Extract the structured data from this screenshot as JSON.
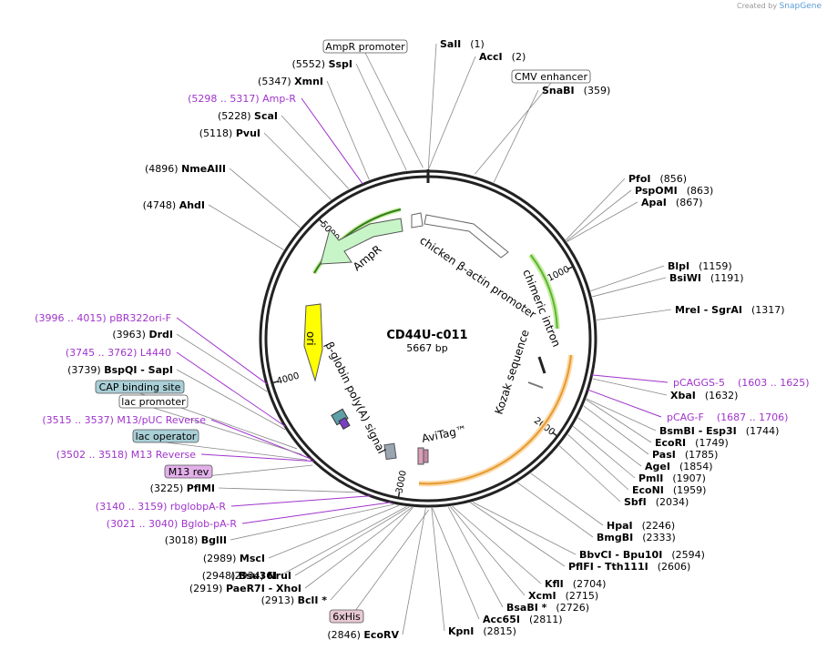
{
  "credit": {
    "prefix": "Created by",
    "brand": "SnapGene"
  },
  "plasmid": {
    "name": "CD44U-c011",
    "length": "5667 bp"
  },
  "ruler": [
    {
      "label": "1000",
      "bp": 1000
    },
    {
      "label": "2000",
      "bp": 2000
    },
    {
      "label": "3000",
      "bp": 3000
    },
    {
      "label": "4000",
      "bp": 4000
    },
    {
      "label": "5000",
      "bp": 5000
    }
  ],
  "enzymes_right": [
    {
      "name": "SalI",
      "pos": "(1)",
      "bp": 1
    },
    {
      "name": "AccI",
      "pos": "(2)",
      "bp": 2
    },
    {
      "name": "SnaBI",
      "pos": "(359)",
      "bp": 359
    },
    {
      "name": "PfoI",
      "pos": "(856)",
      "bp": 856
    },
    {
      "name": "PspOMI",
      "pos": "(863)",
      "bp": 863
    },
    {
      "name": "ApaI",
      "pos": "(867)",
      "bp": 867
    },
    {
      "name": "BlpI",
      "pos": "(1159)",
      "bp": 1159
    },
    {
      "name": "BsiWI",
      "pos": "(1191)",
      "bp": 1191
    },
    {
      "name": "MreI  -  SgrAI",
      "pos": "(1317)",
      "bp": 1317
    },
    {
      "name": "XbaI",
      "pos": "(1632)",
      "bp": 1632
    },
    {
      "name": "BsmBI  -  Esp3I",
      "pos": "(1744)",
      "bp": 1744
    },
    {
      "name": "EcoRI",
      "pos": "(1749)",
      "bp": 1749
    },
    {
      "name": "PasI",
      "pos": "(1785)",
      "bp": 1785
    },
    {
      "name": "AgeI",
      "pos": "(1854)",
      "bp": 1854
    },
    {
      "name": "PmlI",
      "pos": "(1907)",
      "bp": 1907
    },
    {
      "name": "EcoNI",
      "pos": "(1959)",
      "bp": 1959
    },
    {
      "name": "SbfI",
      "pos": "(2034)",
      "bp": 2034
    },
    {
      "name": "HpaI",
      "pos": "(2246)",
      "bp": 2246
    },
    {
      "name": "BmgBI",
      "pos": "(2333)",
      "bp": 2333
    },
    {
      "name": "BbvCI  -  Bpu10I",
      "pos": "(2594)",
      "bp": 2594
    },
    {
      "name": "PflFI  -  Tth111I",
      "pos": "(2606)",
      "bp": 2606
    },
    {
      "name": "KflI",
      "pos": "(2704)",
      "bp": 2704
    },
    {
      "name": "XcmI",
      "pos": "(2715)",
      "bp": 2715
    },
    {
      "name": "BsaBI *",
      "pos": "(2726)",
      "bp": 2726
    },
    {
      "name": "Acc65I",
      "pos": "(2811)",
      "bp": 2811
    },
    {
      "name": "KpnI",
      "pos": "(2815)",
      "bp": 2815
    }
  ],
  "enzymes_left": [
    {
      "name": "SspI",
      "pos": "(5552)",
      "bp": 5552
    },
    {
      "name": "XmnI",
      "pos": "(5347)",
      "bp": 5347
    },
    {
      "name": "ScaI",
      "pos": "(5228)",
      "bp": 5228
    },
    {
      "name": "PvuI",
      "pos": "(5118)",
      "bp": 5118
    },
    {
      "name": "NmeAIII",
      "pos": "(4896)",
      "bp": 4896
    },
    {
      "name": "AhdI",
      "pos": "(4748)",
      "bp": 4748
    },
    {
      "name": "DrdI",
      "pos": "(3963)",
      "bp": 3963
    },
    {
      "name": "BspQI  -  SapI",
      "pos": "(3739)",
      "bp": 3739
    },
    {
      "name": "PflMI",
      "pos": "(3225)",
      "bp": 3225
    },
    {
      "name": "BglII",
      "pos": "(3018)",
      "bp": 3018
    },
    {
      "name": "MscI",
      "pos": "(2989)",
      "bp": 2989
    },
    {
      "name": "Bsu36I",
      "pos": "(2948)",
      "bp": 2948
    },
    {
      "name": "NruI",
      "pos": "(2934)",
      "bp": 2934
    },
    {
      "name": "PaeR7I  -  XhoI",
      "pos": "(2919)",
      "bp": 2919
    },
    {
      "name": "BclI *",
      "pos": "(2913)",
      "bp": 2913
    },
    {
      "name": "EcoRV",
      "pos": "(2846)",
      "bp": 2846
    }
  ],
  "primers": [
    {
      "name": "Amp-R",
      "range": "(5298 .. 5317)",
      "bp": 5307
    },
    {
      "name": "pBR322ori-F",
      "range": "(3996 .. 4015)",
      "bp": 4005
    },
    {
      "name": "L4440",
      "range": "(3745 .. 3762)",
      "bp": 3753
    },
    {
      "name": "M13/pUC Reverse",
      "range": "(3515 .. 3537)",
      "bp": 3526
    },
    {
      "name": "M13 Reverse",
      "range": "(3502 .. 3518)",
      "bp": 3510
    },
    {
      "name": "rbglobpA-R",
      "range": "(3140 .. 3159)",
      "bp": 3150
    },
    {
      "name": "Bglob-pA-R",
      "range": "(3021 .. 3040)",
      "bp": 3030
    },
    {
      "name": "pCAGGS-5",
      "range": "(1603 .. 1625)",
      "bp": 1614
    },
    {
      "name": "pCAG-F",
      "range": "(1687 .. 1706)",
      "bp": 1696
    }
  ],
  "boxed_features": [
    {
      "name": "AmpR promoter",
      "bp": 5640,
      "fill": "#ffffff"
    },
    {
      "name": "CMV enhancer",
      "bp": 250,
      "fill": "#ffffff"
    },
    {
      "name": "CAP binding site",
      "bp": 3620,
      "fill": "#a9cfd7"
    },
    {
      "name": "lac promoter",
      "bp": 3580,
      "fill": "#ffffff"
    },
    {
      "name": "lac operator",
      "bp": 3540,
      "fill": "#a9cfd7"
    },
    {
      "name": "M13 rev",
      "bp": 3500,
      "fill": "#e3b0ea"
    },
    {
      "name": "6xHis",
      "bp": 2830,
      "fill": "#e8c8d2"
    }
  ],
  "inner_features": [
    {
      "name": "chicken β-actin promoter"
    },
    {
      "name": "chimeric intron"
    },
    {
      "name": "Kozak sequence"
    },
    {
      "name": "AmpR"
    },
    {
      "name": "ori"
    },
    {
      "name": "β-globin poly(A) signal"
    },
    {
      "name": "AviTag™"
    }
  ],
  "colors": {
    "ampr_arrow": "#c8f5c8",
    "ori_arrow": "#ffff00",
    "green_arc": "#5bb534",
    "orange_arc": "#e59a2f",
    "purple": "#a033cc"
  }
}
